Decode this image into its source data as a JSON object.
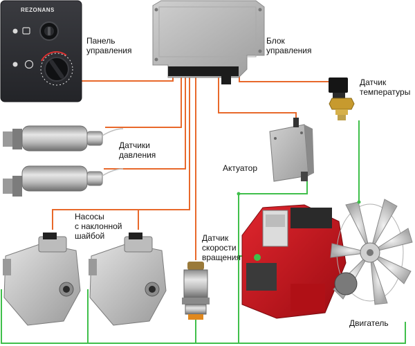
{
  "diagram": {
    "panel": {
      "brand": "REZONANS",
      "label": "Панель\nуправления"
    },
    "control_unit": {
      "label": "Блок\nуправления"
    },
    "temperature_sensor": {
      "label": "Датчик\nтемпературы"
    },
    "pressure_sensors": {
      "label": "Датчики\nдавления"
    },
    "actuator": {
      "label": "Актуатор"
    },
    "pumps": {
      "label": "Насосы\nс наклонной\nшайбой"
    },
    "speed_sensor": {
      "label": "Датчик\nскорости\nвращения"
    },
    "engine": {
      "label": "Двигатель"
    }
  },
  "colors": {
    "orange_wire": "#e8682a",
    "green_wire": "#3fbf4a",
    "panel_body": "#2e2f33",
    "metal": "#b8b8b8",
    "engine_red": "#c8141c",
    "pump_grey": "#c9c9c9"
  },
  "icons": [
    "brand-logo",
    "key-switch-icon",
    "lamp-icon",
    "engine-icon",
    "rotary-knob-icon"
  ]
}
